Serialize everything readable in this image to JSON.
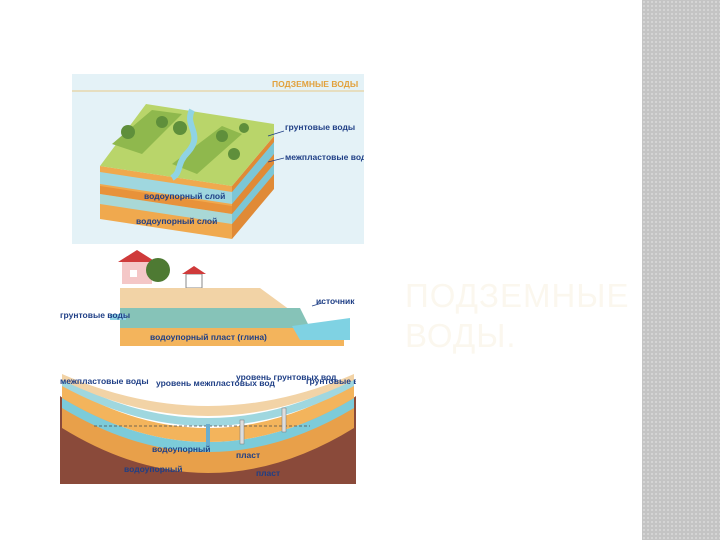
{
  "slide": {
    "title": "ПОДЗЕМНЫЕ ВОДЫ."
  },
  "figure1": {
    "header": "ПОДЗЕМНЫЕ ВОДЫ",
    "labels": {
      "groundwater": "грунтовые воды",
      "interstratal": "межпластовые воды",
      "aquiclude_top": "водоупорный слой",
      "aquiclude_bottom": "водоупорный слой"
    }
  },
  "figure2": {
    "labels": {
      "groundwater": "грунтовые воды",
      "spring": "источник",
      "aquiclude": "водоупорный пласт (глина)"
    }
  },
  "figure3": {
    "labels": {
      "interstratal": "межпластовые воды",
      "interstratal_level": "уровень межпластовых вод",
      "groundwater_level": "уровень грунтовых вод",
      "groundwater": "грунтовые воды",
      "aquiclude_1": "водоупорный",
      "layer_1": "пласт",
      "aquiclude_2": "водоупорный",
      "layer_2": "пласт"
    }
  },
  "colors": {
    "title": "#fbf7ee",
    "label": "#1f3f86",
    "water": "#6ecbd9",
    "clay": "#f3b45c",
    "grass": "#b9d56a",
    "sidebar": "#c4c4c4"
  }
}
